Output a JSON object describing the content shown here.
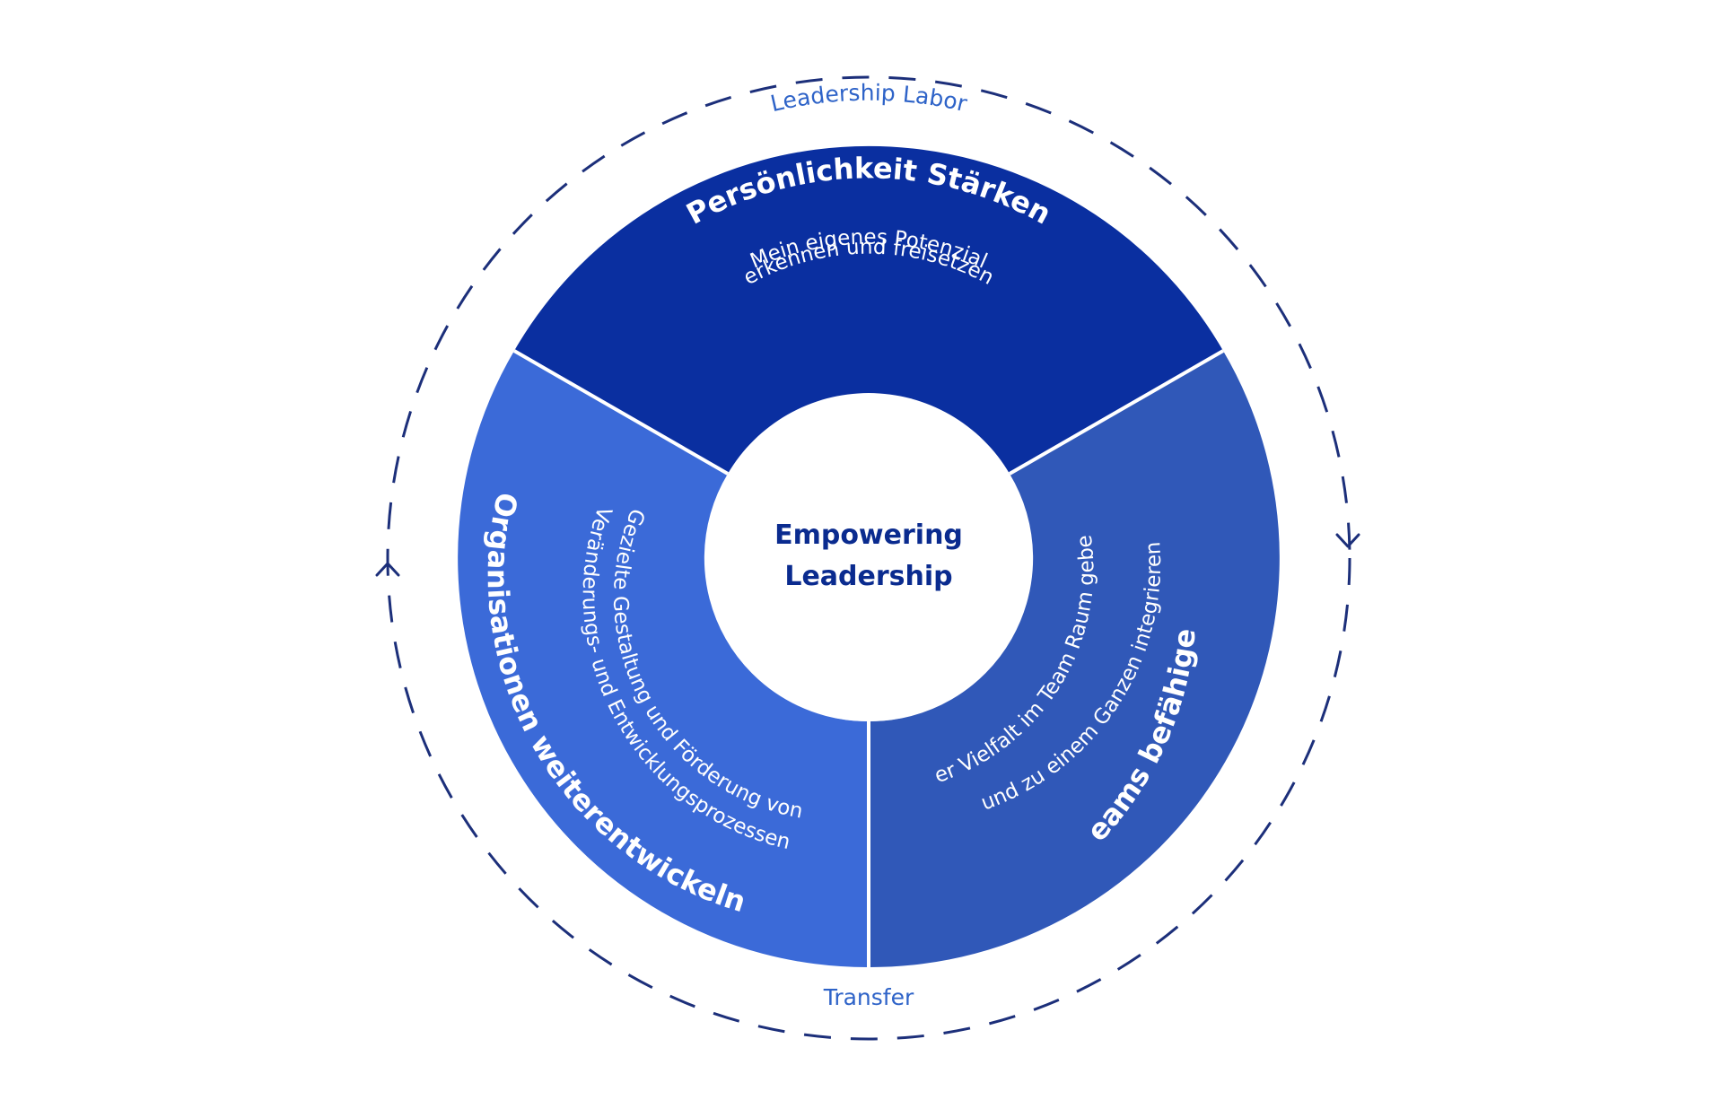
{
  "colors": {
    "top_segment": "#0a2fa0",
    "left_segment": "#3b6ad8",
    "right_segment": "#3058b8",
    "ring": "#1c2f7a",
    "label": "#2e63c8",
    "center_text": "#0a2b8f",
    "text_light": "#ffffff"
  },
  "outer_ring": {
    "top_label": "Leadership Labor",
    "bottom_label": "Transfer"
  },
  "center": {
    "line1": "Empowering",
    "line2": "Leadership"
  },
  "segments": {
    "top": {
      "title": "Persönlichkeit Stärken",
      "sub1": "Mein eigenes Potenzial",
      "sub2": "erkennen und freisetzen"
    },
    "left": {
      "title": "Organisationen weiterentwickeln",
      "sub1": "Gezielte Gestaltung und Förderung von",
      "sub2": "Veränderungs- und Entwicklungsprozessen"
    },
    "right": {
      "title": "Teams befähigen",
      "sub1": "Der Vielfalt im Team Raum geben",
      "sub2": "und zu einem Ganzen integrieren"
    }
  }
}
